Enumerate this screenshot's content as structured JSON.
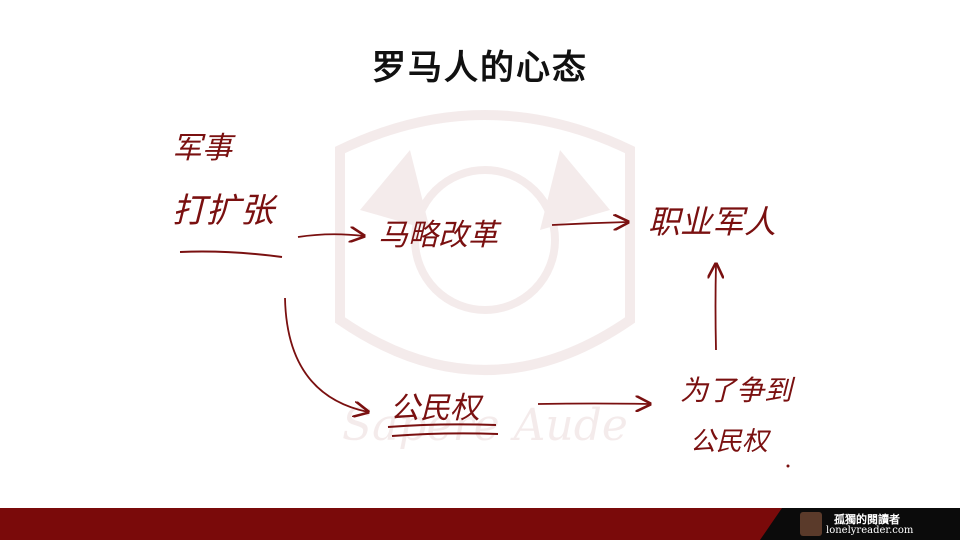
{
  "title": "罗马人的心态",
  "nodes": {
    "war": "军事",
    "expand": "打扩张",
    "reform": "马略改革",
    "professional": "职业军人",
    "citizenship": "公民权",
    "fight_for": "为了争到",
    "citizenship2": "公民权"
  },
  "watermark_text": "Sapere Aude",
  "footer": {
    "brand": "孤獨的閱讀者",
    "url": "lonelyreader.com"
  },
  "colors": {
    "ink": "#7a1010",
    "footer_red": "#7a0a0a",
    "footer_black": "#0b0b0b"
  }
}
